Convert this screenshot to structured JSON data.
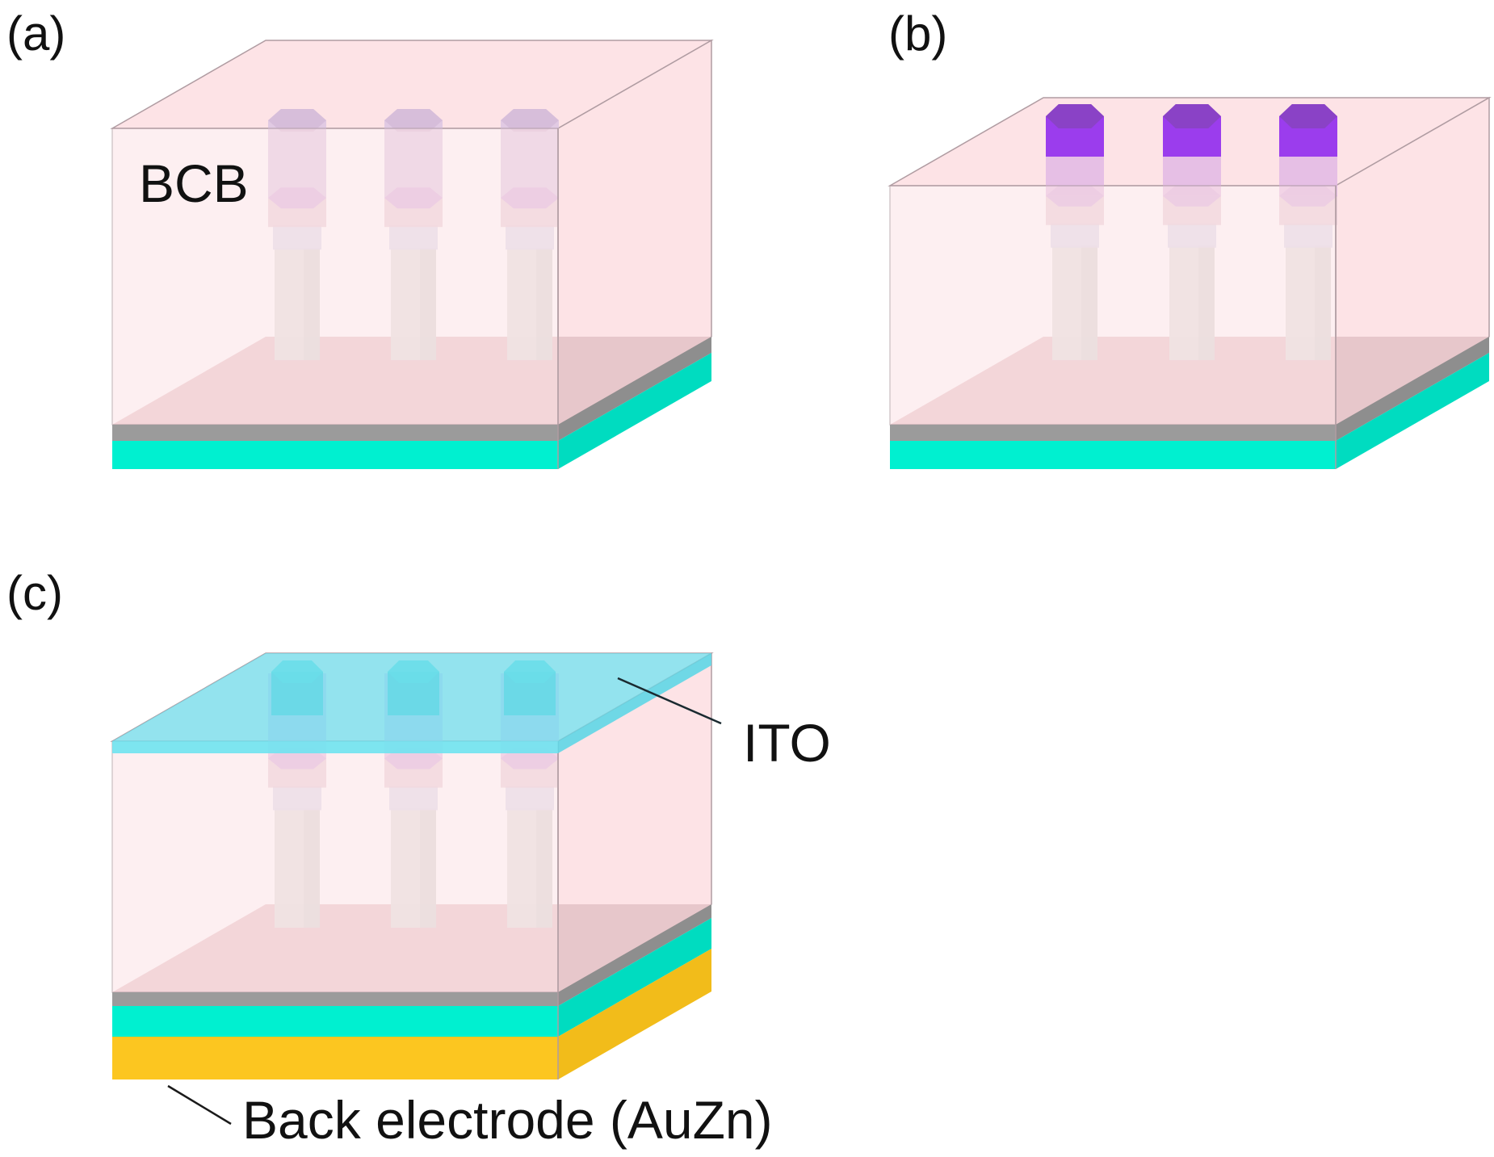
{
  "figure": {
    "panels": [
      {
        "id": "a",
        "label": "(a)",
        "annotation": "BCB",
        "nanowire_count": 3,
        "has_exposed_tips": false,
        "has_ito": false,
        "has_back_electrode": false
      },
      {
        "id": "b",
        "label": "(b)",
        "nanowire_count": 3,
        "has_exposed_tips": true,
        "has_ito": false,
        "has_back_electrode": false
      },
      {
        "id": "c",
        "label": "(c)",
        "nanowire_count": 3,
        "has_exposed_tips": true,
        "has_ito": true,
        "has_back_electrode": true,
        "callouts": {
          "ito": "ITO",
          "back_electrode": "Back electrode (AuZn)"
        }
      }
    ],
    "colors": {
      "bcb": "#fde3e6",
      "bcb_floor": "#e7c7cb",
      "gray_layer": "#9b9b9b",
      "substrate": "#00f0d0",
      "back_electrode": "#fcc620",
      "tip_purple": "#9b3ded",
      "tip_purple_top": "#8a42c6",
      "ito": "#6fe3f0",
      "ito_tip": "#46b9c4",
      "edge": "#b09ca2"
    }
  }
}
